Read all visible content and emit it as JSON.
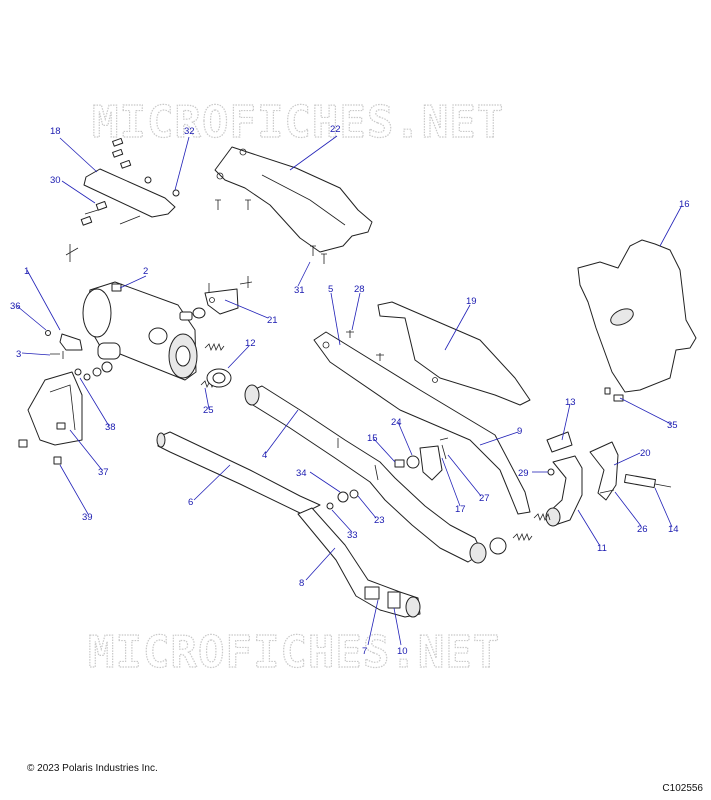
{
  "watermark_text": "MICROFICHES.NET",
  "copyright": "© 2023 Polaris Industries Inc.",
  "figure_code": "C102556",
  "callouts": {
    "c1": "1",
    "c2": "2",
    "c3": "3",
    "c4": "4",
    "c5": "5",
    "c6": "6",
    "c7": "7",
    "c8": "8",
    "c9": "9",
    "c10": "10",
    "c11": "11",
    "c12": "12",
    "c13": "13",
    "c14": "14",
    "c15": "15",
    "c16": "16",
    "c17": "17",
    "c18": "18",
    "c19": "19",
    "c20": "20",
    "c21": "21",
    "c22": "22",
    "c23": "23",
    "c24": "24",
    "c25": "25",
    "c26": "26",
    "c27": "27",
    "c28": "28",
    "c29": "29",
    "c30": "30",
    "c31": "31",
    "c32": "32",
    "c33": "33",
    "c34": "34",
    "c35": "35",
    "c36": "36",
    "c37": "37",
    "c38": "38",
    "c39": "39"
  },
  "colors": {
    "callout": "#1a1ab0",
    "watermark": "#c9c9c9",
    "line": "#222222"
  }
}
